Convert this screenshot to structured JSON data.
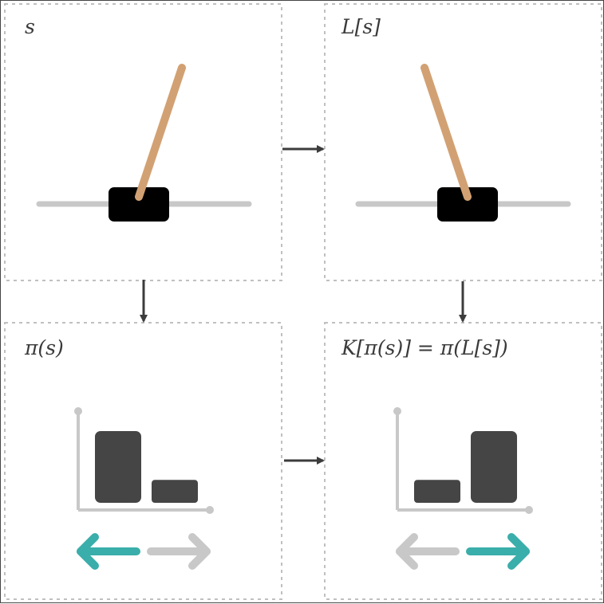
{
  "panels": {
    "top_left": {
      "label": "s"
    },
    "top_right": {
      "label": "L[s]"
    },
    "bottom_left": {
      "label": "π(s)",
      "chart_values": [
        1.0,
        0.32
      ],
      "arrow_left_active": true,
      "arrow_right_active": false
    },
    "bottom_right": {
      "label": "K[π(s)] = π(L[s])",
      "chart_values": [
        0.32,
        1.0
      ],
      "arrow_left_active": false,
      "arrow_right_active": true
    }
  },
  "colors": {
    "pole": "#d2a173",
    "cart": "#000000",
    "track": "#c8c8c8",
    "bar": "#454545",
    "axis": "#c8c8c8",
    "active_arrow": "#3aaeaa",
    "inactive_arrow": "#c8c8c8",
    "flow_arrow": "#3c3c3c",
    "panel_border": "#c0c0c0"
  }
}
